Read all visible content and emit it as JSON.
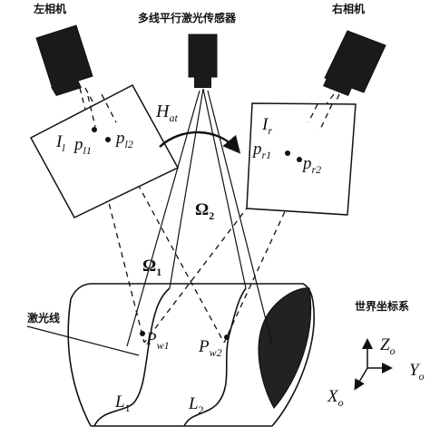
{
  "labels": {
    "left_camera": "左相机",
    "sensor": "多线平行激光传感器",
    "right_camera": "右相机",
    "laser_line": "激光线",
    "world_frame": "世界坐标系"
  },
  "symbols": {
    "H": "H",
    "H_sub": "at",
    "Il": "I",
    "Il_sub": "l",
    "pl1": "p",
    "pl1_sub": "l1",
    "pl2": "p",
    "pl2_sub": "l2",
    "Ir": "I",
    "Ir_sub": "r",
    "pr1": "p",
    "pr1_sub": "r1",
    "pr2": "p",
    "pr2_sub": "r2",
    "omega2": "Ω",
    "omega2_sub": "2",
    "omega1": "Ω",
    "omega1_sub": "1",
    "pw1": "P",
    "pw1_sub": "w1",
    "pw2": "P",
    "pw2_sub": "w2",
    "L1": "L",
    "L1_sub": "1",
    "L2": "L",
    "L2_sub": "2",
    "Zo": "Z",
    "Zo_sub": "o",
    "Yo": "Y",
    "Yo_sub": "o",
    "Xo": "X",
    "Xo_sub": "o"
  },
  "colors": {
    "ink": "#111111",
    "background": "#ffffff"
  }
}
